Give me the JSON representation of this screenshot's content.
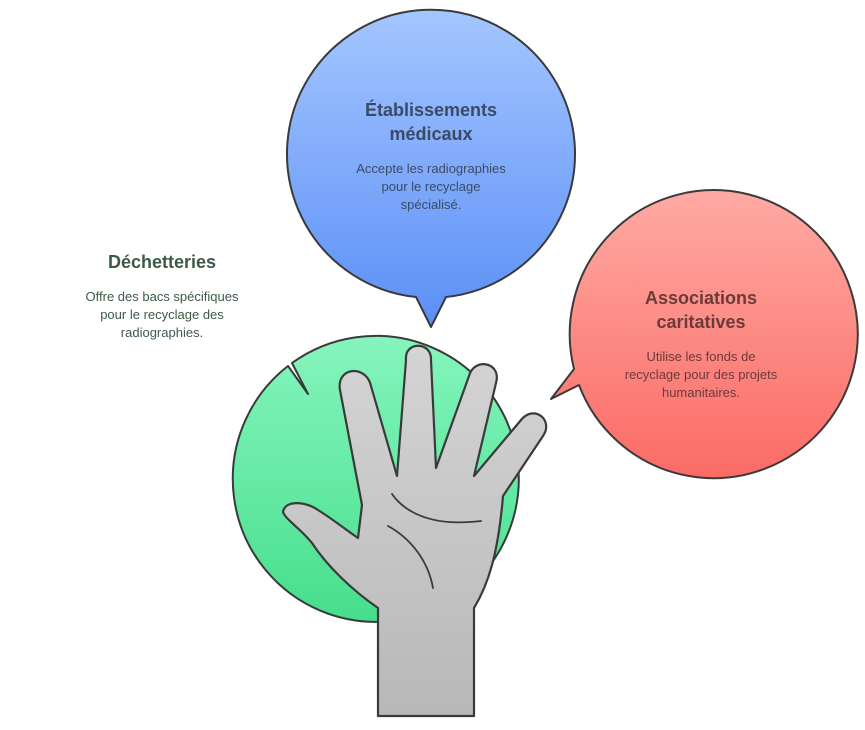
{
  "bubbles": [
    {
      "title": "Déchetteries",
      "description": "Offre des bacs spécifiques pour le recyclage des radiographies.",
      "color_top": "#86f5bd",
      "color_bottom": "#46de8c",
      "text_color": "#3d5a47"
    },
    {
      "title": "Établissements médicaux",
      "description": "Accepte les radiographies pour le recyclage spécialisé.",
      "color_top": "#a4c6ff",
      "color_bottom": "#5b8ff7",
      "text_color": "#3b4a66"
    },
    {
      "title": "Associations caritatives",
      "description": "Utilise les fonds de recyclage pour des projets humanitaires.",
      "color_top": "#ffa9a4",
      "color_bottom": "#fb6b65",
      "text_color": "#6a3b38"
    }
  ],
  "hand": {
    "fill_top": "#d4d4d4",
    "fill_bottom": "#b8b8b8",
    "stroke": "#3a3a3a",
    "icon": "open-hand-icon"
  }
}
